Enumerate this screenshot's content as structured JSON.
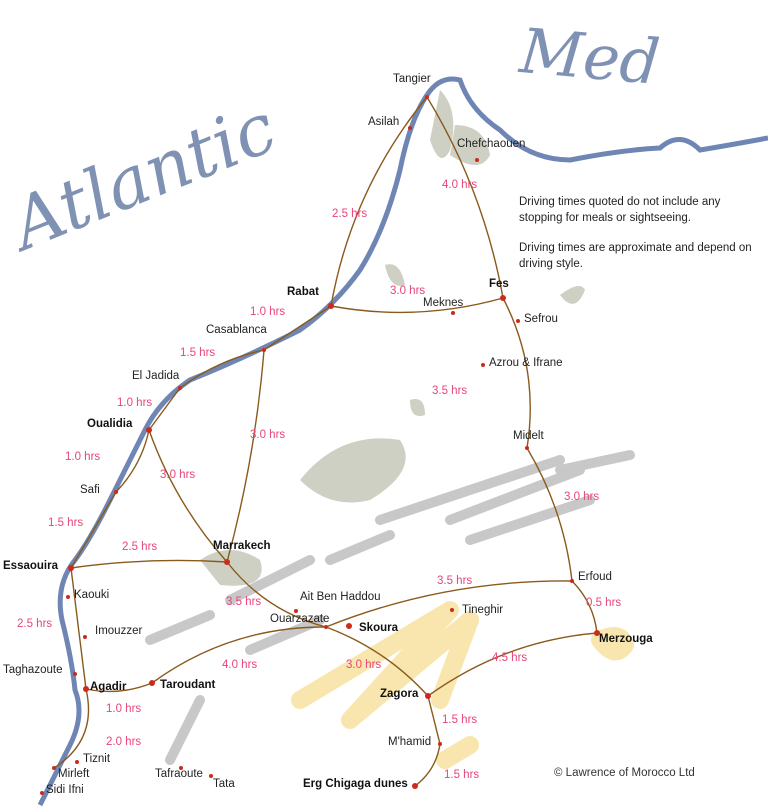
{
  "seas": {
    "atlantic": "Atlantic",
    "med": "Med"
  },
  "notes": [
    "Driving times quoted do not include any stopping for meals or sightseeing.",
    "Driving times are approximate and depend on driving style."
  ],
  "copyright": "© Lawrence of Morocco Ltd",
  "colors": {
    "coast": "#6f86b4",
    "route": "#8a5a1c",
    "time": "#e8457a",
    "city_dot": "#cc2a1a",
    "mountains": "#b8bcaa",
    "desert": "#f8e2a0"
  },
  "cities": [
    {
      "name": "Tangier",
      "major": false
    },
    {
      "name": "Asilah",
      "major": false
    },
    {
      "name": "Chefchaouen",
      "major": false
    },
    {
      "name": "Rabat",
      "major": true
    },
    {
      "name": "Meknes",
      "major": false
    },
    {
      "name": "Fes",
      "major": true
    },
    {
      "name": "Sefrou",
      "major": false
    },
    {
      "name": "Casablanca",
      "major": false
    },
    {
      "name": "Azrou & Ifrane",
      "major": false
    },
    {
      "name": "El Jadida",
      "major": false
    },
    {
      "name": "Oualidia",
      "major": true
    },
    {
      "name": "Midelt",
      "major": false
    },
    {
      "name": "Safi",
      "major": false
    },
    {
      "name": "Marrakech",
      "major": true
    },
    {
      "name": "Essaouira",
      "major": true
    },
    {
      "name": "Kaouki",
      "major": false
    },
    {
      "name": "Erfoud",
      "major": false
    },
    {
      "name": "Ait Ben Haddou",
      "major": false
    },
    {
      "name": "Ouarzazate",
      "major": false
    },
    {
      "name": "Skoura",
      "major": true
    },
    {
      "name": "Tineghir",
      "major": false
    },
    {
      "name": "Merzouga",
      "major": true
    },
    {
      "name": "Imouzzer",
      "major": false
    },
    {
      "name": "Taghazoute",
      "major": false
    },
    {
      "name": "Agadir",
      "major": true
    },
    {
      "name": "Taroudant",
      "major": true
    },
    {
      "name": "Zagora",
      "major": true
    },
    {
      "name": "M'hamid",
      "major": false
    },
    {
      "name": "Tiznit",
      "major": false
    },
    {
      "name": "Mirleft",
      "major": false
    },
    {
      "name": "Tafraoute",
      "major": false
    },
    {
      "name": "Tata",
      "major": false
    },
    {
      "name": "Sidi Ifni",
      "major": false
    },
    {
      "name": "Erg Chigaga dunes",
      "major": true
    }
  ],
  "routes": [
    {
      "from": "Tangier",
      "to": "Rabat",
      "time": "2.5 hrs"
    },
    {
      "from": "Tangier",
      "to": "Fes",
      "time": "4.0 hrs"
    },
    {
      "from": "Rabat",
      "to": "Fes",
      "time": "3.0 hrs"
    },
    {
      "from": "Rabat",
      "to": "Casablanca",
      "time": "1.0 hrs"
    },
    {
      "from": "Casablanca",
      "to": "El Jadida",
      "time": "1.5 hrs"
    },
    {
      "from": "Fes",
      "to": "Midelt",
      "time": "3.5 hrs"
    },
    {
      "from": "El Jadida",
      "to": "Oualidia",
      "time": "1.0 hrs"
    },
    {
      "from": "Casablanca",
      "to": "Marrakech",
      "time": "3.0 hrs"
    },
    {
      "from": "Oualidia",
      "to": "Safi",
      "time": "1.0 hrs"
    },
    {
      "from": "Oualidia",
      "to": "Marrakech",
      "time": "3.0 hrs"
    },
    {
      "from": "Midelt",
      "to": "Erfoud",
      "time": "3.0 hrs"
    },
    {
      "from": "Safi",
      "to": "Essaouira",
      "time": "1.5 hrs"
    },
    {
      "from": "Essaouira",
      "to": "Marrakech",
      "time": "2.5 hrs"
    },
    {
      "from": "Ouarzazate",
      "to": "Erfoud",
      "time": "3.5 hrs"
    },
    {
      "from": "Marrakech",
      "to": "Ouarzazate",
      "time": "3.5 hrs"
    },
    {
      "from": "Erfoud",
      "to": "Merzouga",
      "time": "0.5 hrs"
    },
    {
      "from": "Essaouira",
      "to": "Agadir",
      "time": "2.5 hrs"
    },
    {
      "from": "Taroudant",
      "to": "Ouarzazate",
      "time": "4.0 hrs"
    },
    {
      "from": "Ouarzazate",
      "to": "Zagora",
      "time": "3.0 hrs"
    },
    {
      "from": "Zagora",
      "to": "Merzouga",
      "time": "4.5 hrs"
    },
    {
      "from": "Agadir",
      "to": "Taroudant",
      "time": "1.0 hrs"
    },
    {
      "from": "Zagora",
      "to": "M'hamid",
      "time": "1.5 hrs"
    },
    {
      "from": "Agadir",
      "to": "Mirleft",
      "time": "2.0 hrs"
    },
    {
      "from": "M'hamid",
      "to": "Erg Chigaga dunes",
      "time": "1.5 hrs"
    }
  ]
}
